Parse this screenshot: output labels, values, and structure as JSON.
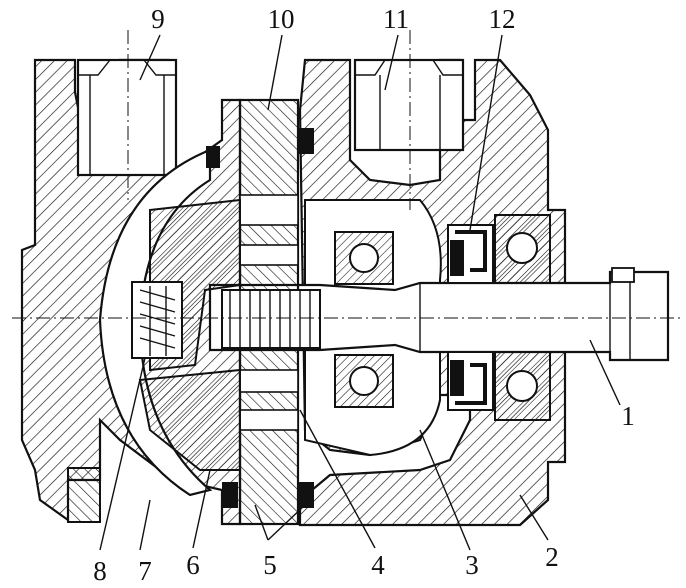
{
  "drawing": {
    "colors": {
      "ink": "#111111",
      "paper": "#ffffff"
    },
    "callouts": [
      {
        "id": "9",
        "text": "9"
      },
      {
        "id": "10",
        "text": "10"
      },
      {
        "id": "11",
        "text": "11"
      },
      {
        "id": "12",
        "text": "12"
      },
      {
        "id": "1",
        "text": "1"
      },
      {
        "id": "2",
        "text": "2"
      },
      {
        "id": "3",
        "text": "3"
      },
      {
        "id": "4",
        "text": "4"
      },
      {
        "id": "5",
        "text": "5"
      },
      {
        "id": "6",
        "text": "6"
      },
      {
        "id": "7",
        "text": "7"
      },
      {
        "id": "8",
        "text": "8"
      }
    ]
  }
}
